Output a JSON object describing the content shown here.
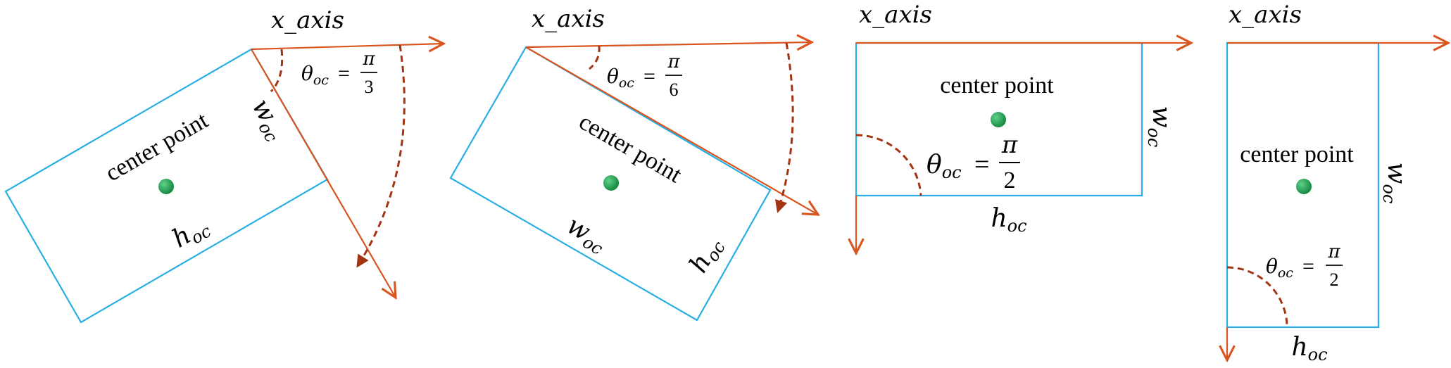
{
  "colors": {
    "box": "#27aee4",
    "axis": "#d9541e",
    "dashed_arc": "#a23414",
    "center_dot": "#1fa050"
  },
  "labels": {
    "x_axis": "x_axis",
    "center_point": "center point",
    "w": "w",
    "h": "h",
    "sub": "oc",
    "theta": "θ",
    "equals": "=",
    "pi": "π"
  },
  "panels": [
    {
      "angle_denominator": "3"
    },
    {
      "angle_denominator": "6"
    },
    {
      "angle_denominator": "2"
    },
    {
      "angle_denominator": "2"
    }
  ]
}
